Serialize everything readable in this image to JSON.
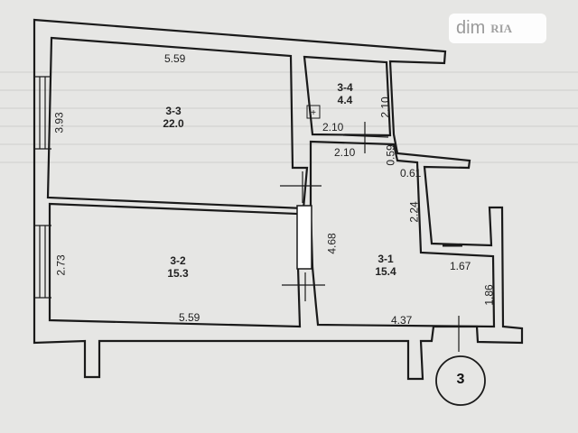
{
  "watermark": {
    "brand": "dim",
    "sub": "RIA"
  },
  "rooms": [
    {
      "id": "3-3",
      "area": "22.0"
    },
    {
      "id": "3-4",
      "area": "4.4"
    },
    {
      "id": "3-2",
      "area": "15.3"
    },
    {
      "id": "3-1",
      "area": "15.4"
    }
  ],
  "dimensions": [
    "5.59",
    "3.93",
    "5.59",
    "2.73",
    "2.10",
    "2.10",
    "2.10",
    "0.59",
    "0.61",
    "2.24",
    "4.68",
    "1.67",
    "1.86",
    "4.37"
  ],
  "stair_number": "3",
  "colors": {
    "wall": "#1a1a1a",
    "paper": "#e6e6e4",
    "ink": "#222222"
  }
}
